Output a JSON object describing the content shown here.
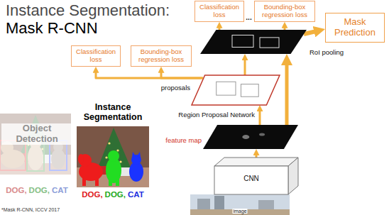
{
  "diagram": {
    "title": "Instance Segmentation: Mask R-CNN",
    "nodes": [
      {
        "text": [
          "Classification loss"
        ]
      },
      {
        "text": [
          "Bounding-box regression loss"
        ]
      },
      {
        "text": [
          "Mask Prediction"
        ]
      },
      {
        "text": [
          "Classification loss"
        ]
      },
      {
        "text": [
          "Bounding-box regression loss"
        ]
      },
      {
        "text": [
          "RoI pooling"
        ]
      },
      {
        "text": [
          "proposals"
        ]
      },
      {
        "text": [
          "feature map"
        ]
      },
      {
        "text": [
          "CNN"
        ]
      },
      {
        "text": [
          "image"
        ]
      },
      {
        "text": [
          "Object Detection",
          "DOG,",
          "DOG,",
          "CAT"
        ]
      },
      {
        "text": [
          "Instance Segmentation",
          "DOG,",
          "DOG,",
          "CAT"
        ]
      }
    ],
    "edges": [
      {
        "from": 8,
        "to": 7,
        "arrow": "to"
      },
      {
        "from": 7,
        "to": 6,
        "arrow": "to",
        "label": "Region Proposal Network"
      },
      {
        "from": 6,
        "to": 3,
        "arrow": "to"
      },
      {
        "from": 6,
        "to": 4,
        "arrow": "to"
      },
      {
        "from": 7,
        "to": 5,
        "arrow": "to"
      },
      {
        "from": 6,
        "to": 5,
        "arrow": "to"
      },
      {
        "from": 5,
        "to": 0,
        "arrow": "to"
      },
      {
        "from": 5,
        "to": 1,
        "arrow": "to"
      },
      {
        "from": 5,
        "to": 2,
        "arrow": "to"
      }
    ],
    "labels": [
      "...",
      "*Mask R-CNN, ICCV 2017"
    ]
  }
}
